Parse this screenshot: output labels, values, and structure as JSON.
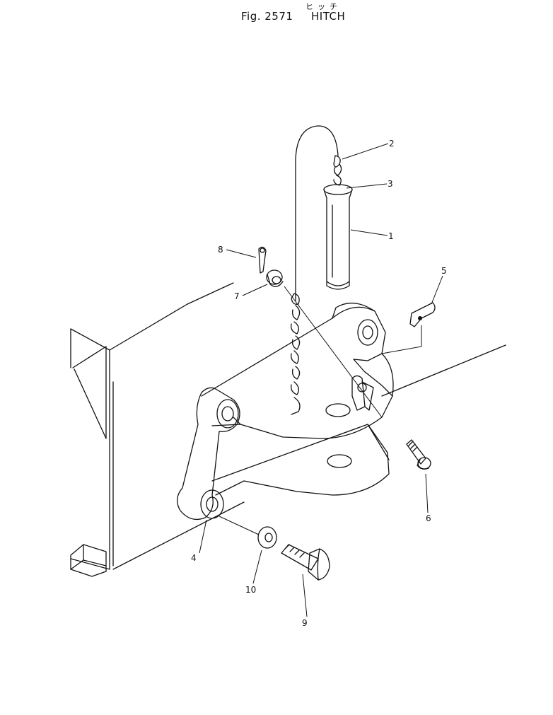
{
  "header": {
    "kana": "ヒッチ",
    "figure_number": "Fig. 2571",
    "title": "HITCH"
  },
  "callouts": [
    "1",
    "2",
    "3",
    "4",
    "5",
    "6",
    "7",
    "8",
    "9",
    "10"
  ]
}
